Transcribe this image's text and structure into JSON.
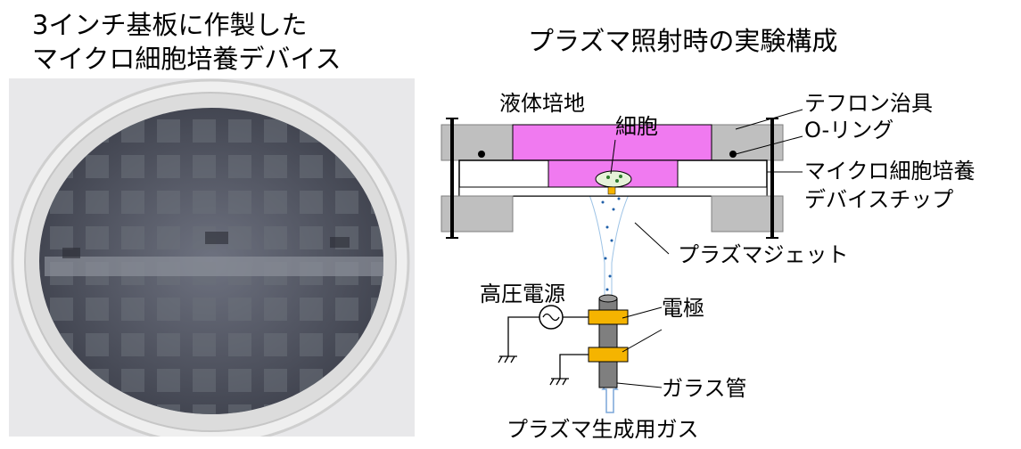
{
  "left": {
    "title_line1": "3インチ基板に作製した",
    "title_line2": "マイクロ細胞培養デバイス"
  },
  "right": {
    "title": "プラズマ照射時の実験構成",
    "labels": {
      "liquid_medium": "液体培地",
      "cell": "細胞",
      "teflon_jig": "テフロン治具",
      "o_ring": "O-リング",
      "chip_line1": "マイクロ細胞培養",
      "chip_line2": "デバイスチップ",
      "plasma_jet": "プラズマジェット",
      "hv_source": "高圧電源",
      "electrode": "電極",
      "glass_tube": "ガラス管",
      "plasma_gas": "プラズマ生成用ガス"
    }
  },
  "colors": {
    "medium": "#f07af0",
    "teflon": "#bfbfbf",
    "electrode": "#f5b400",
    "tube": "#7f7f7f",
    "gas_arrow": "#9dc3e6"
  }
}
